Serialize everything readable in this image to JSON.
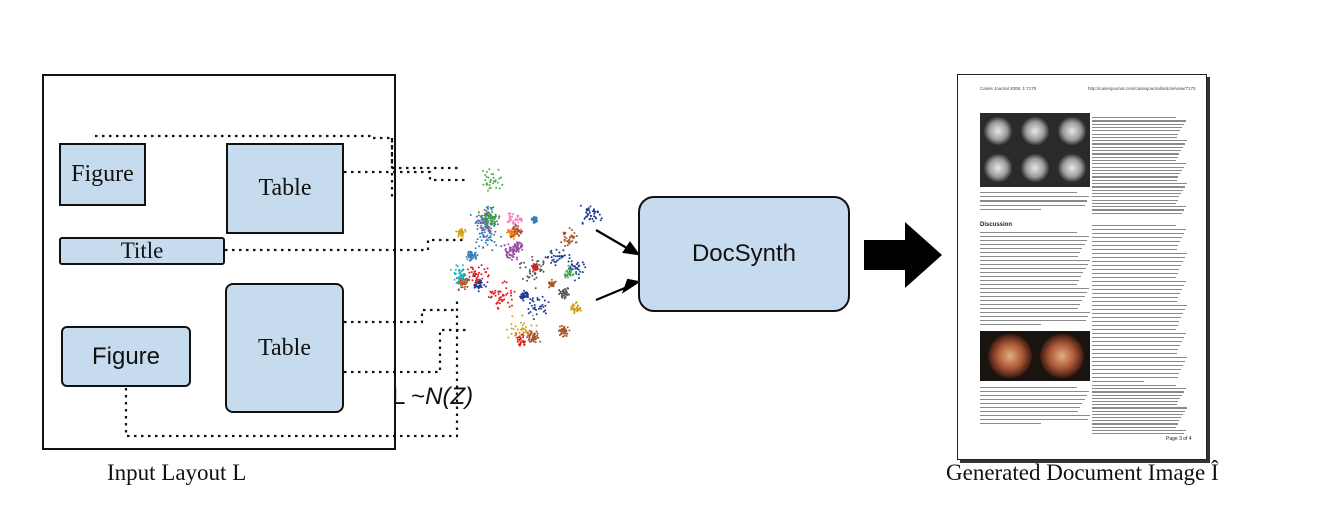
{
  "input_layout": {
    "elements": [
      {
        "id": "figure-1",
        "label": "Figure"
      },
      {
        "id": "table-1",
        "label": "Table"
      },
      {
        "id": "title-1",
        "label": "Title"
      },
      {
        "id": "figure-2",
        "label": "Figure"
      },
      {
        "id": "table-2",
        "label": "Table"
      }
    ],
    "caption": "Input Layout  L"
  },
  "latent": {
    "formula_prefix": "L ~",
    "formula_dist": "N(Z)"
  },
  "model": {
    "label": "DocSynth"
  },
  "output": {
    "caption": "Generated Document  Image Î",
    "document": {
      "header_left": "Cases Journal 2008, 1:7170",
      "header_right": "http://casesjournal.com/casesjournal/article/view/7170",
      "discussion_heading": "Discussion",
      "footer": "Page 3 of 4"
    }
  },
  "colors": {
    "box_fill": "#c6dcee",
    "stroke": "#111111",
    "arrow": "#000000"
  }
}
